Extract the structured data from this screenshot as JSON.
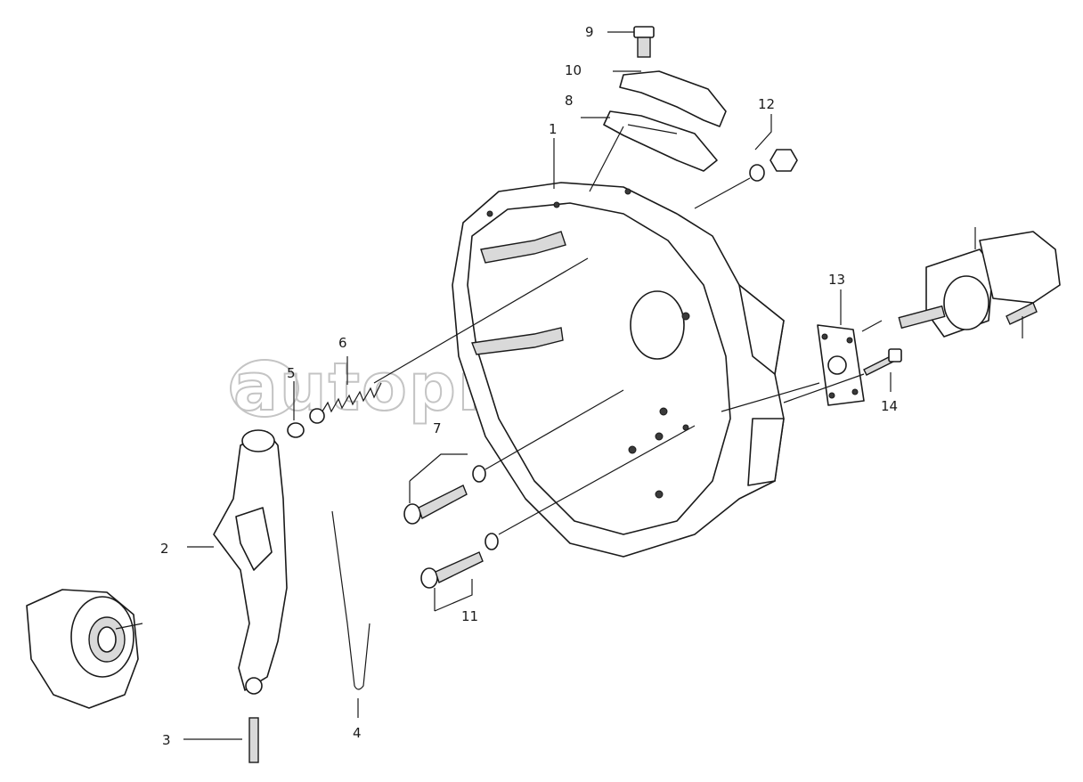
{
  "watermark": "autopiter.ru",
  "callouts": {
    "c1": "1",
    "c2": "2",
    "c3": "3",
    "c4": "4",
    "c5": "5",
    "c6": "6",
    "c7": "7",
    "c8": "8",
    "c9": "9",
    "c10": "10",
    "c11": "11",
    "c12": "12",
    "c13": "13",
    "c14": "14"
  }
}
